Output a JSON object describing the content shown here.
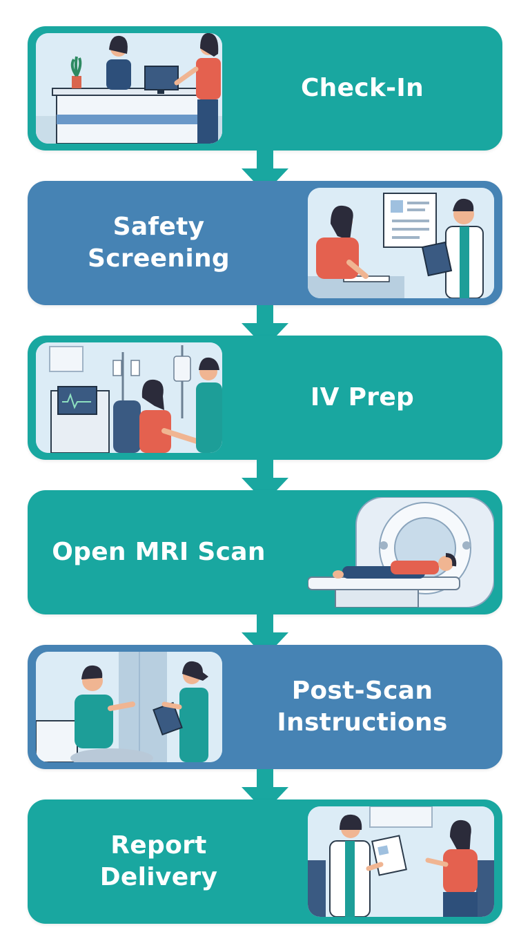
{
  "steps": [
    {
      "label": "Check-In",
      "color": "#19a7a0",
      "icon": "reception-desk-illustration"
    },
    {
      "label": "Safety\nScreening",
      "color": "#4683b4",
      "icon": "screening-questionnaire-illustration"
    },
    {
      "label": "IV Prep",
      "color": "#19a7a0",
      "icon": "iv-drip-illustration"
    },
    {
      "label": "Open MRI Scan",
      "color": "#19a7a0",
      "icon": "mri-scanner-illustration"
    },
    {
      "label": "Post-Scan\nInstructions",
      "color": "#4683b4",
      "icon": "nurse-conversation-illustration"
    },
    {
      "label": "Report\nDelivery",
      "color": "#19a7a0",
      "icon": "doctor-report-illustration"
    }
  ],
  "colors": {
    "teal": "#19a7a0",
    "blue": "#4683b4",
    "arrow": "#19a7a0",
    "illustration_bg": "#dcecf6"
  }
}
